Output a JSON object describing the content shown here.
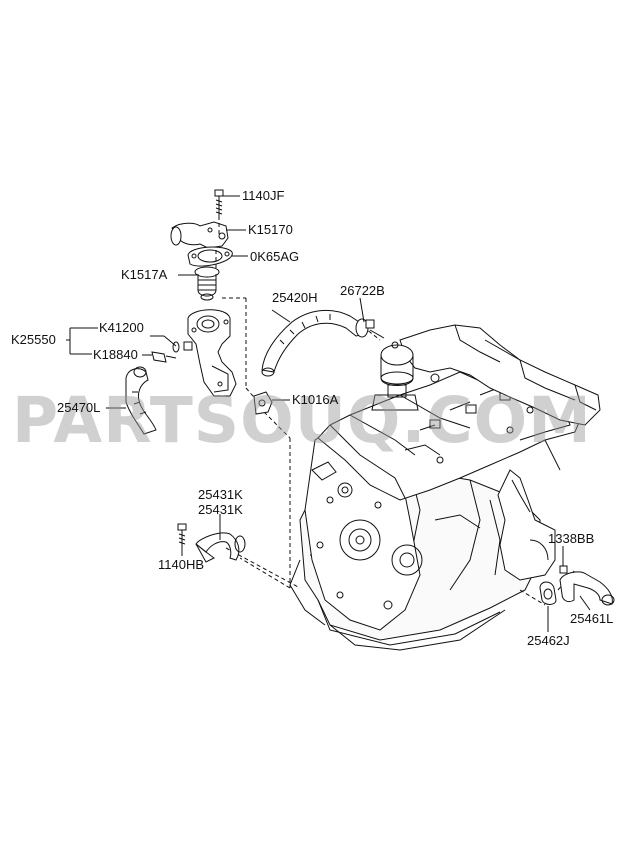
{
  "diagram": {
    "watermark": "PARTSOUQ.COM",
    "parts": {
      "p_1140JF": "1140JF",
      "p_K15170": "K15170",
      "p_0K65AG": "0K65AG",
      "p_K1517A": "K1517A",
      "p_25420H": "25420H",
      "p_26722B": "26722B",
      "p_K25550": "K25550",
      "p_K41200": "K41200",
      "p_K18840": "K18840",
      "p_K1016A": "K1016A",
      "p_25470L": "25470L",
      "p_25431K_a": "25431K",
      "p_25431K_b": "25431K",
      "p_1140HB": "1140HB",
      "p_1338BB": "1338BB",
      "p_25461L": "25461L",
      "p_25462J": "25462J"
    }
  }
}
